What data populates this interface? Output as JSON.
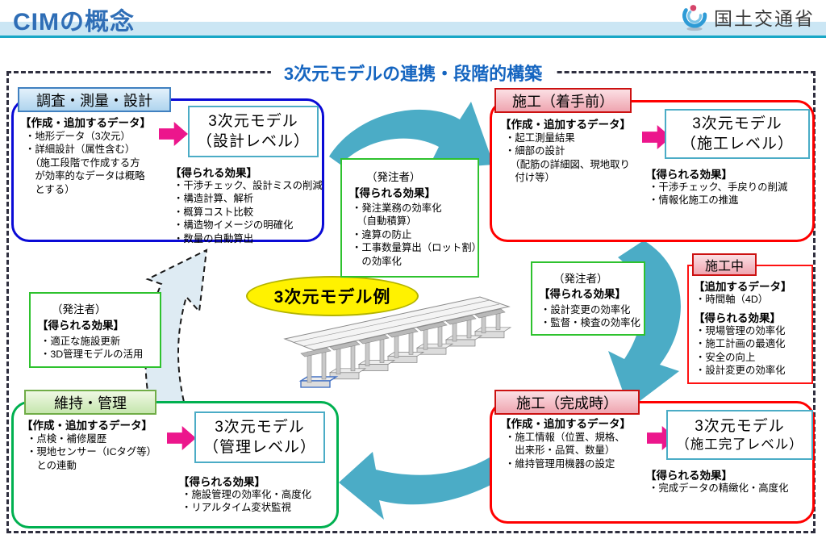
{
  "header": {
    "title": "CIMの概念",
    "agency": "国土交通省"
  },
  "diagram_title": "3次元モデルの連携・段階的構築",
  "center_label": "3次元モデル例",
  "stages": {
    "design": {
      "tab": "調査・測量・設計",
      "data_heading": "【作成・追加するデータ】",
      "data_items": [
        "・地形データ（3次元）",
        "・詳細設計（属性含む）",
        "　（施工段階で作成する方",
        "　が効率的なデータは概略",
        "　とする）"
      ],
      "model_line1": "3次元モデル",
      "model_line2": "（設計レベル）",
      "effect_heading": "【得られる効果】",
      "effect_items": [
        "・干渉チェック、設計ミスの削減",
        "・構造計算、解析",
        "・概算コスト比較",
        "・構造物イメージの明確化",
        "・数量の自動算出"
      ]
    },
    "pre": {
      "tab": "施工（着手前）",
      "data_heading": "【作成・追加するデータ】",
      "data_items": [
        "・起工測量結果",
        "・細部の設計",
        "　（配筋の詳細図、現地取り",
        "　付け等）"
      ],
      "model_line1": "3次元モデル",
      "model_line2": "（施工レベル）",
      "effect_heading": "【得られる効果】",
      "effect_items": [
        "・干渉チェック、手戻りの削減",
        "・情報化施工の推進"
      ]
    },
    "during": {
      "tab": "施工中",
      "add_heading": "【追加するデータ】",
      "add_items": [
        "・時間軸（4D）"
      ],
      "effect_heading": "【得られる効果】",
      "effect_items": [
        "・現場管理の効率化",
        "・施工計画の最適化",
        "・安全の向上",
        "・設計変更の効率化"
      ]
    },
    "complete": {
      "tab": "施工（完成時）",
      "data_heading": "【作成・追加するデータ】",
      "data_items": [
        "・施工情報（位置、規格、",
        "　出来形・品質、数量）",
        "・維持管理用機器の設定"
      ],
      "model_line1": "3次元モデル",
      "model_line2": "（施工完了レベル）",
      "effect_heading": "【得られる効果】",
      "effect_items": [
        "・完成データの精緻化・高度化"
      ]
    },
    "maintenance": {
      "tab": "維持・管理",
      "data_heading": "【作成・追加するデータ】",
      "data_items": [
        "・点検・補修履歴",
        "・現地センサー（ICタグ等）",
        "　との連動"
      ],
      "model_line1": "3次元モデル",
      "model_line2": "（管理レベル）",
      "effect_heading": "【得られる効果】",
      "effect_items": [
        "・施設管理の効率化・高度化",
        "・リアルタイム変状監視"
      ]
    }
  },
  "orderer": {
    "design": {
      "title": "（発注者）",
      "heading": "【得られる効果】",
      "items": [
        "・発注業務の効率化",
        "　（自動積算）",
        "・違算の防止",
        "・工事数量算出（ロット割）",
        "　の効率化"
      ]
    },
    "construction": {
      "title": "（発注者）",
      "heading": "【得られる効果】",
      "items": [
        "・設計変更の効率化",
        "・監督・検査の効率化"
      ]
    },
    "maintenance": {
      "title": "（発注者）",
      "heading": "【得られる効果】",
      "items": [
        "・適正な施設更新",
        "・3D管理モデルの活用"
      ]
    }
  },
  "colors": {
    "header_blue": "#2F6EB6",
    "teal_line": "#18A7C6",
    "arrow_teal": "#4BACC6",
    "arrow_pink": "#EC168C",
    "design_border": "#0A0AD6",
    "construction_border": "#FF0000",
    "maintenance_border": "#00B050",
    "effect_box_green": "#2EC22E",
    "model_border": "#4BACC6",
    "highlight_yellow": "#FFF200"
  }
}
